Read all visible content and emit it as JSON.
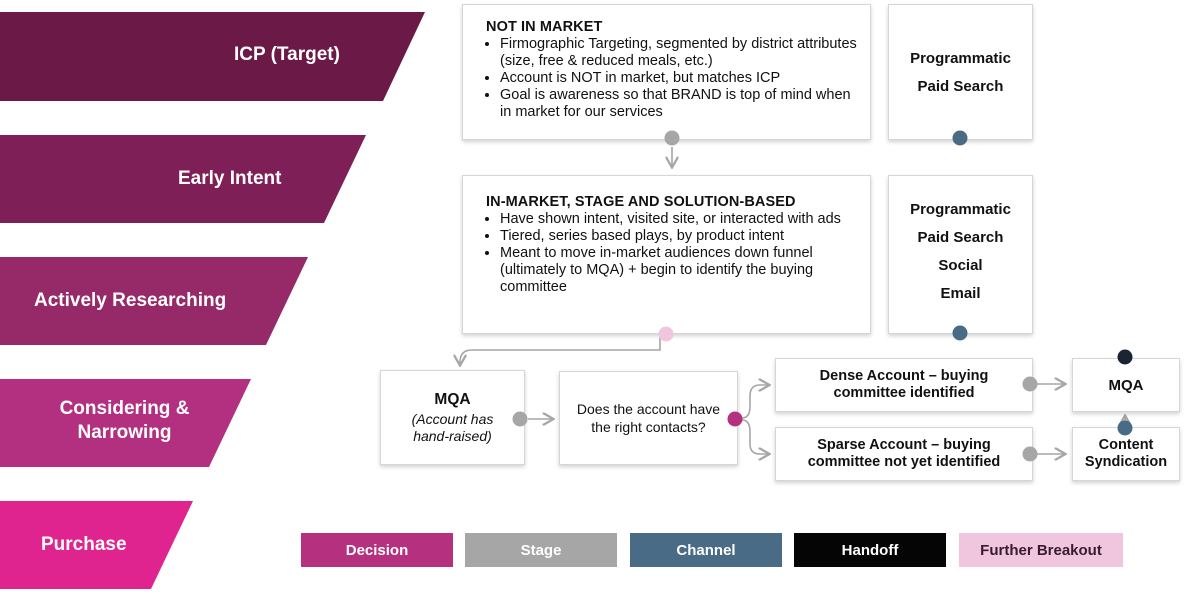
{
  "colors": {
    "stage1": "#6b1a47",
    "stage2": "#7e1f57",
    "stage3": "#962a68",
    "stage4": "#b2307f",
    "stage5": "#e0248f",
    "decision": "#b5307e",
    "stage": "#a6a6a6",
    "channel": "#4a6b85",
    "handoff": "#050505",
    "further_breakout": "#f0c6df"
  },
  "funnel": [
    "ICP (Target)",
    "Early Intent",
    "Actively Researching",
    "Considering & Narrowing",
    "Purchase"
  ],
  "not_in_market": {
    "title": "NOT IN MARKET",
    "bullets": [
      "Firmographic Targeting, segmented by district attributes (size, free & reduced meals, etc.)",
      "Account is NOT in market, but matches ICP",
      "Goal is awareness so that BRAND is top of mind when in market for our services"
    ]
  },
  "in_market": {
    "title": "IN-MARKET, STAGE AND SOLUTION-BASED",
    "bullets": [
      "Have shown intent, visited site, or interacted with ads",
      "Tiered, series based plays, by product intent",
      "Meant to move in-market audiences down funnel (ultimately to MQA) + begin to identify the buying committee"
    ]
  },
  "channels_top": [
    "Programmatic",
    "Paid Search"
  ],
  "channels_mid": [
    "Programmatic",
    "Paid Search",
    "Social",
    "Email"
  ],
  "mqa_box": {
    "title": "MQA",
    "subtitle": "(Account has hand-raised)"
  },
  "decision_box": {
    "text": "Does the account have the right contacts?"
  },
  "dense_box": {
    "text": "Dense Account – buying committee identified"
  },
  "sparse_box": {
    "text": "Sparse Account – buying committee not yet identified"
  },
  "mqa_final": {
    "text": "MQA"
  },
  "content_syndication": {
    "text": "Content Syndication"
  },
  "legend": [
    "Decision",
    "Stage",
    "Channel",
    "Handoff",
    "Further Breakout"
  ]
}
